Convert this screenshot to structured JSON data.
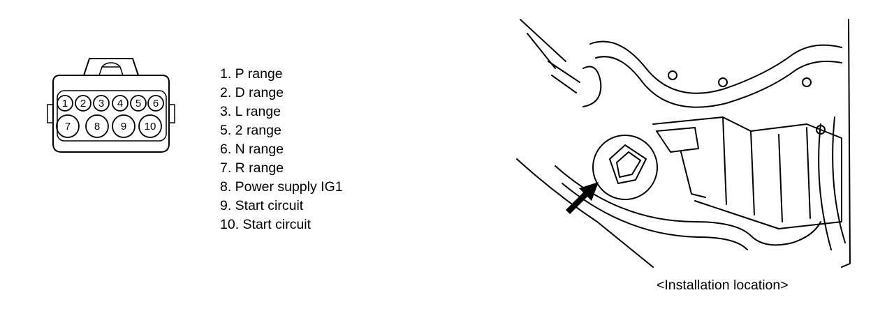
{
  "connector": {
    "pins": [
      {
        "label": "1"
      },
      {
        "label": "2"
      },
      {
        "label": "3"
      },
      {
        "label": "4"
      },
      {
        "label": "5"
      },
      {
        "label": "6"
      },
      {
        "label": "7"
      },
      {
        "label": "8"
      },
      {
        "label": "9"
      },
      {
        "label": "10"
      }
    ]
  },
  "pin_list": [
    "1. P range",
    "2. D range",
    "3. L range",
    "5. 2 range",
    "6. N range",
    "7. R range",
    "8. Power supply IG1",
    "9. Start circuit",
    "10. Start circuit"
  ],
  "caption": "<Installation location>"
}
